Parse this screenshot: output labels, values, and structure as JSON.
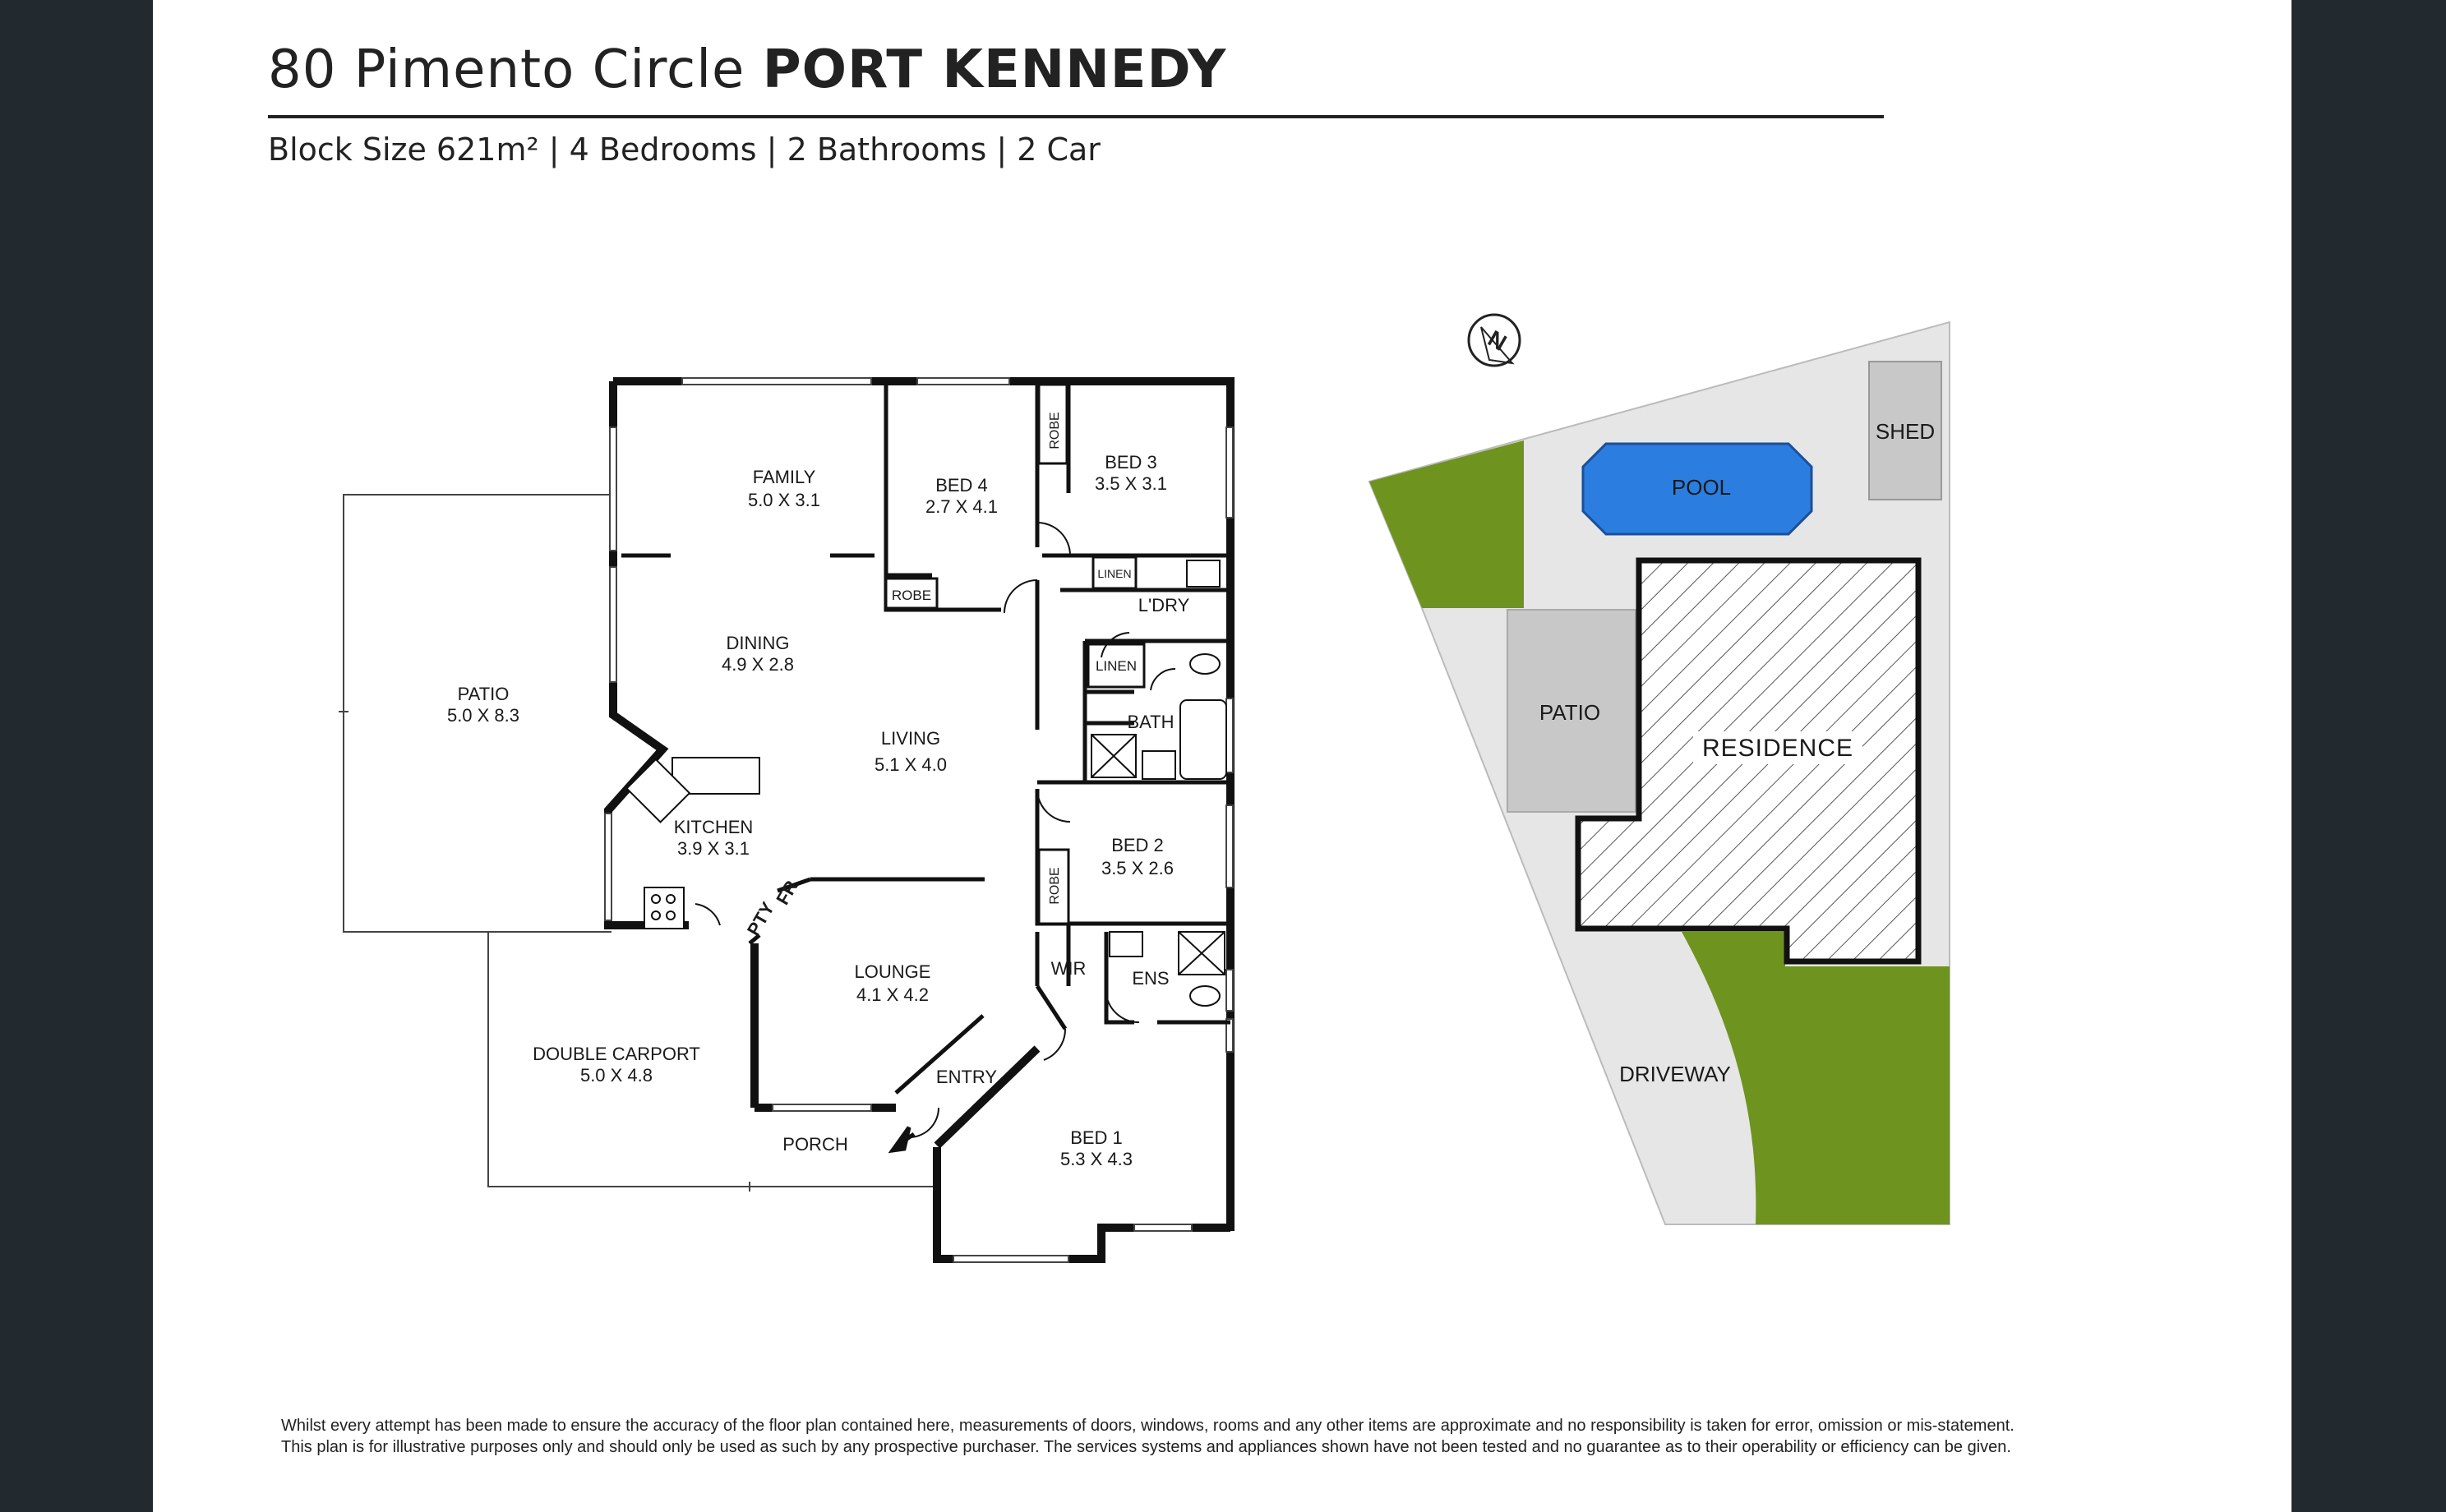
{
  "header": {
    "address": "80 Pimento Circle",
    "suburb": "PORT KENNEDY",
    "details": "Block Size 621m² | 4 Bedrooms | 2 Bathrooms | 2 Car"
  },
  "rooms": {
    "family": {
      "name": "FAMILY",
      "size": "5.0 X 3.1"
    },
    "bed4": {
      "name": "BED 4",
      "size": "2.7 X 4.1"
    },
    "bed3": {
      "name": "BED 3",
      "size": "3.5 X 3.1"
    },
    "dining": {
      "name": "DINING",
      "size": "4.9 X 2.8"
    },
    "living": {
      "name": "LIVING",
      "size": "5.1 X 4.0"
    },
    "patio": {
      "name": "PATIO",
      "size": "5.0 X 8.3"
    },
    "kitchen": {
      "name": "KITCHEN",
      "size": "3.9 X 3.1"
    },
    "bed2": {
      "name": "BED 2",
      "size": "3.5 X 2.6"
    },
    "lounge": {
      "name": "LOUNGE",
      "size": "4.1 X 4.2"
    },
    "carport": {
      "name": "DOUBLE CARPORT",
      "size": "5.0 X 4.8"
    },
    "bed1": {
      "name": "BED 1",
      "size": "5.3 X 4.3"
    }
  },
  "labels": {
    "robe": "ROBE",
    "linen": "LINEN",
    "ldry": "L'DRY",
    "bath": "BATH",
    "pty": "PTY",
    "fr": "FR",
    "wir": "WIR",
    "ens": "ENS",
    "entry": "ENTRY",
    "porch": "PORCH"
  },
  "site": {
    "shed": "SHED",
    "pool": "POOL",
    "patio": "PATIO",
    "residence": "RESIDENCE",
    "driveway": "DRIVEWAY",
    "north": "N"
  },
  "colors": {
    "lawn": "#6e941f",
    "paving": "#e6e6e6",
    "structure": "#c8c8c8",
    "pool": "#2b7de0",
    "wall": "#111111"
  },
  "disclaimer": [
    "Whilst every attempt has been made to ensure the accuracy of the floor plan contained here, measurements of doors, windows, rooms and any other items are approximate and no responsibility is taken for error, omission or mis-statement.",
    "This plan is for illustrative purposes only and should only be used as such by any prospective purchaser. The services systems and appliances shown have not been tested and no guarantee as to their operability or efficiency can be given."
  ]
}
